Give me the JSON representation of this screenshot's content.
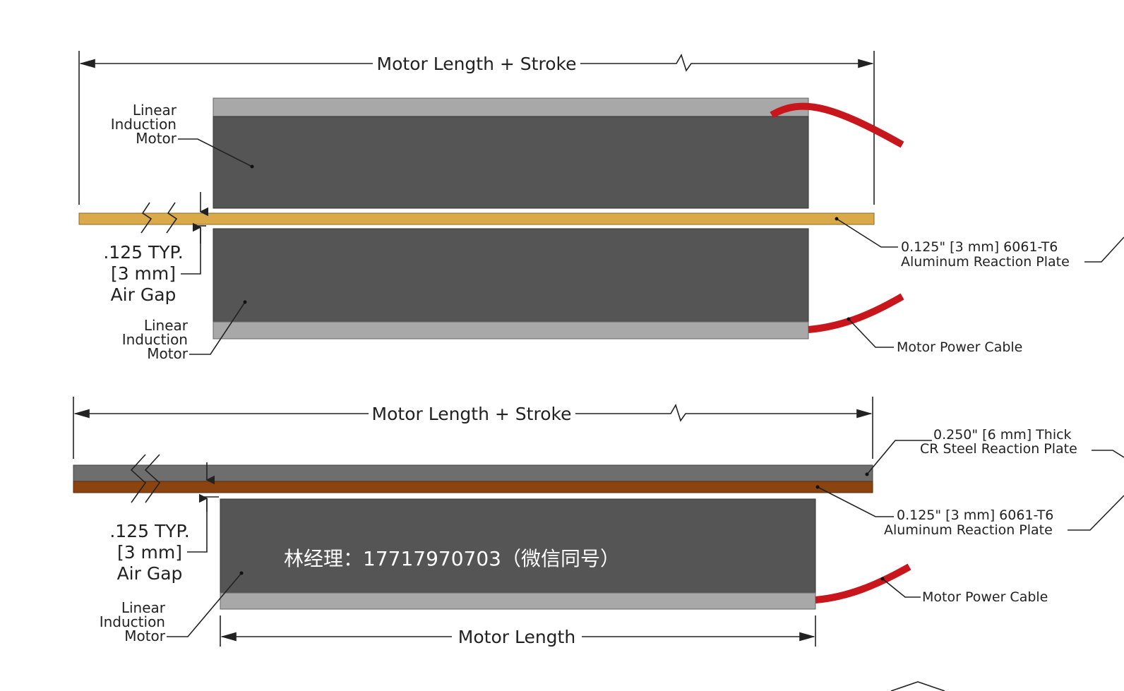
{
  "colors": {
    "motor_body": "#555555",
    "motor_cap": "#a8a8a8",
    "aluminum_plate": "#d9a94a",
    "steel_plate": "#6e6e6e",
    "copper_plate": "#8b4410",
    "cable": "#c8161c",
    "line": "#222222"
  },
  "top": {
    "dim_label": "Motor Length + Stroke",
    "motor_upper": [
      "Linear",
      "Induction",
      "Motor"
    ],
    "motor_lower": [
      "Linear",
      "Induction",
      "Motor"
    ],
    "air_gap": [
      ".125 TYP.",
      "[3 mm]",
      "Air Gap"
    ],
    "plate": [
      "0.125\" [3 mm] 6061-T6",
      "Aluminum Reaction Plate"
    ],
    "cable": "Motor Power Cable"
  },
  "bottom": {
    "dim_label": "Motor Length + Stroke",
    "steel_plate": [
      "0.250\" [6 mm] Thick",
      "CR Steel Reaction Plate"
    ],
    "plate": [
      "0.125\" [3 mm] 6061-T6",
      "Aluminum Reaction Plate"
    ],
    "air_gap": [
      ".125 TYP.",
      "[3 mm]",
      "Air Gap"
    ],
    "motor": [
      "Linear",
      "Induction",
      "Motor"
    ],
    "cable": "Motor Power Cable",
    "motor_length": "Motor Length"
  },
  "overlay": "林经理：17717970703（微信同号）"
}
